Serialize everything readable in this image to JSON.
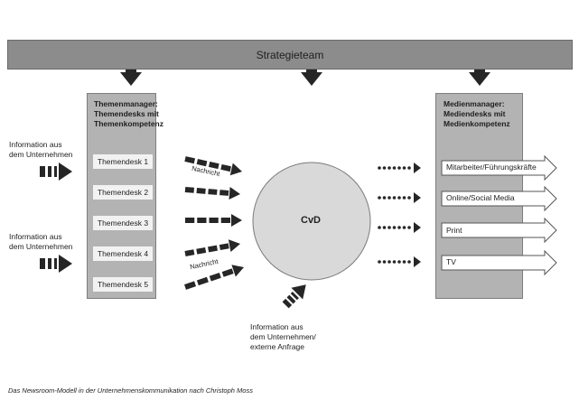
{
  "strategy_team": {
    "label": "Strategieteam"
  },
  "left_panel": {
    "title_lines": [
      "Themenmanager:",
      "Themendesks mit",
      "Themenkompetenz"
    ],
    "desks": [
      "Themendesk 1",
      "Themendesk 2",
      "Themendesk 3",
      "Themendesk 4",
      "Themendesk 5"
    ]
  },
  "right_panel": {
    "title_lines": [
      "Medienmanager:",
      "Mediendesks mit",
      "Medienkompetenz"
    ],
    "channels": [
      "Mitarbeiter/Führungskräfte",
      "Online/Social Media",
      "Print",
      "TV"
    ]
  },
  "inputs": {
    "top": [
      "Information aus",
      "dem Unternehmen"
    ],
    "bottom": [
      "Information aus",
      "dem Unternehmen"
    ],
    "external": [
      "Information aus",
      "dem Unternehmen/",
      "externe Anfrage"
    ]
  },
  "message_labels": [
    "Nachricht",
    "Nachricht"
  ],
  "center": {
    "label": "CvD"
  },
  "caption": "Das Newsroom-Modell in der Unternehmenskommunikation nach Christoph Moss",
  "colors": {
    "banner": "#8c8c8c",
    "panel": "#b3b3b3",
    "desk": "#f2f2f2",
    "circle": "#d9d9d9",
    "arrow": "#262626"
  }
}
